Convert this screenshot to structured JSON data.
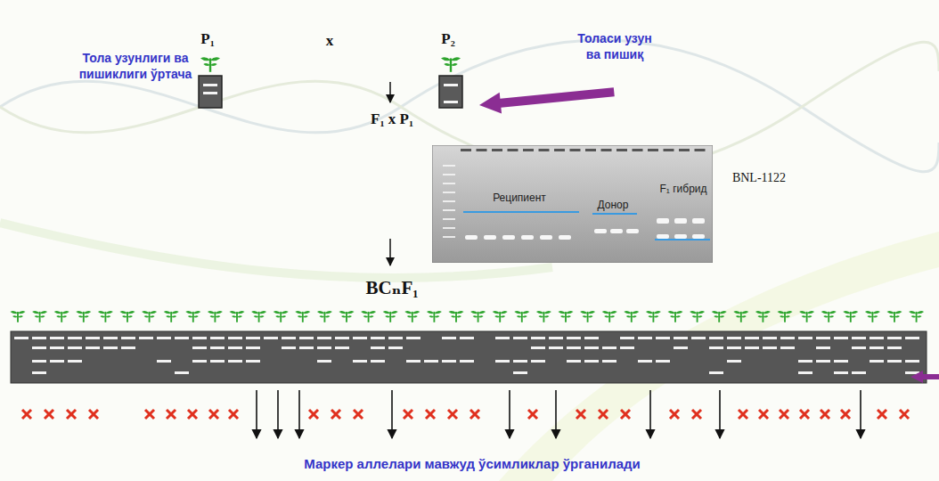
{
  "diagram": {
    "nodes": [
      {
        "text": [
          "Реципиент",
          "Донор",
          "F₁ гибрид"
        ]
      }
    ],
    "labels": [
      "P₁",
      "x",
      "P₂",
      "Тола узунлиги ва пишиклиги ўртача",
      "Толаси узун ва пишиқ",
      "F₁ x P₁",
      "BNL-1122",
      "BCₙF₁",
      "Маркер аллелари мавжуд ўсимликлар ўрганилади"
    ]
  }
}
